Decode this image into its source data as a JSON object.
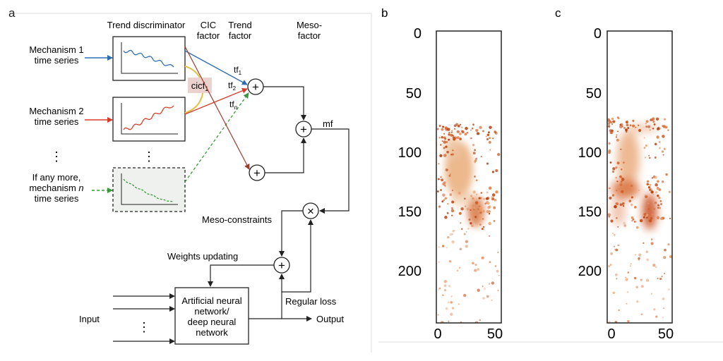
{
  "panel_a": {
    "letter": "a",
    "header_trend_discriminator": "Trend discriminator",
    "header_cic_line1": "CIC",
    "header_cic_line2": "factor",
    "header_trend_line1": "Trend",
    "header_trend_line2": "factor",
    "header_meso_line1": "Meso-",
    "header_meso_line2": "factor",
    "mech1_line1": "Mechanism 1",
    "mech1_line2": "time series",
    "mech2_line1": "Mechanism 2",
    "mech2_line2": "time series",
    "mechn_line1": "If any more,",
    "mechn_line2": "mechanism",
    "mechn_line2_n": "n",
    "mechn_line3": "time series",
    "vdots": "⋮",
    "cicf": "cicf",
    "cicf_sub": "1",
    "tf": "tf",
    "tf1_sub": "1",
    "tf2_sub": "2",
    "tfn_sub": "n",
    "mf": "mf",
    "meso_constraints": "Meso-constraints",
    "weights_updating": "Weights updating",
    "regular_loss": "Regular loss",
    "input": "Input",
    "output": "Output",
    "nn_line1": "Artificial neural",
    "nn_line2": "network/",
    "nn_line3": "deep neural",
    "nn_line4": "network",
    "plus_symbol": "+",
    "times_symbol": "×",
    "colors": {
      "mech1": "#2e6db4",
      "mech2": "#d63b2b",
      "mechn": "#3a9a3a",
      "arc": "#e0c24a",
      "cicf_bg": "#ecd2cf",
      "brown_arrow": "#9b3b2b",
      "series_box_fill": "#eef1ee"
    }
  },
  "panel_b": {
    "letter": "b",
    "y_ticks": [
      "0",
      "50",
      "100",
      "150",
      "200"
    ],
    "x_ticks": [
      "0",
      "50"
    ]
  },
  "panel_c": {
    "letter": "c",
    "y_ticks": [
      "0",
      "50",
      "100",
      "150",
      "200"
    ],
    "x_ticks": [
      "0",
      "50"
    ]
  }
}
